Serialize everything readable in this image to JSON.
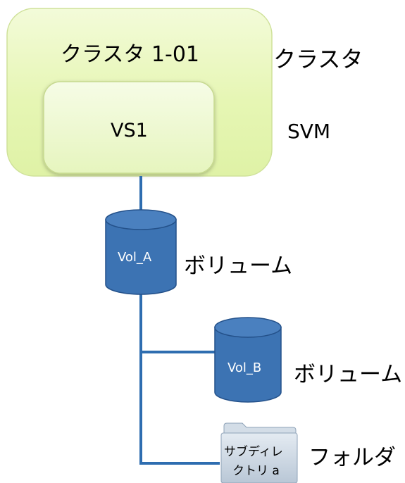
{
  "cluster": {
    "name": "クラスタ 1-01",
    "type_label": "クラスタ"
  },
  "svm": {
    "name": "VS1",
    "type_label": "SVM"
  },
  "volumes": [
    {
      "name": "Vol_A",
      "type_label": "ボリューム"
    },
    {
      "name": "Vol_B",
      "type_label": "ボリューム"
    }
  ],
  "folder": {
    "name_line1": "サブディレ",
    "name_line2": "クトリ a",
    "type_label": "フォルダ"
  },
  "colors": {
    "cluster_fill": "#e9f8c0",
    "cluster_border": "#c8dc8e",
    "svm_fill": "#eef9cf",
    "connector": "#2e6db0",
    "volume_fill": "#3c73b3",
    "volume_edge": "#24518a",
    "folder_fill": "#c8d4e0"
  }
}
